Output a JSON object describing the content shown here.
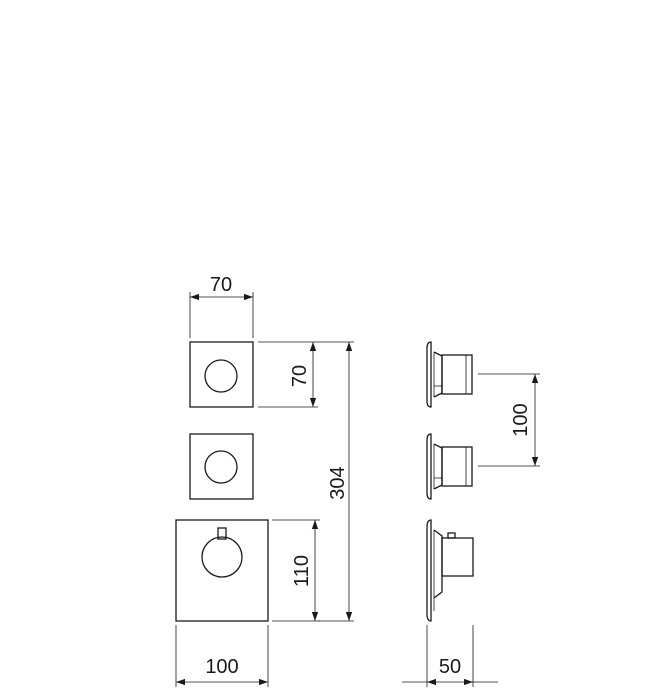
{
  "dimensions": {
    "top_plate_width": "70",
    "top_plate_height": "70",
    "overall_height": "304",
    "bottom_plate_height": "110",
    "bottom_plate_width": "100",
    "side_spacing": "100",
    "side_depth": "50"
  }
}
